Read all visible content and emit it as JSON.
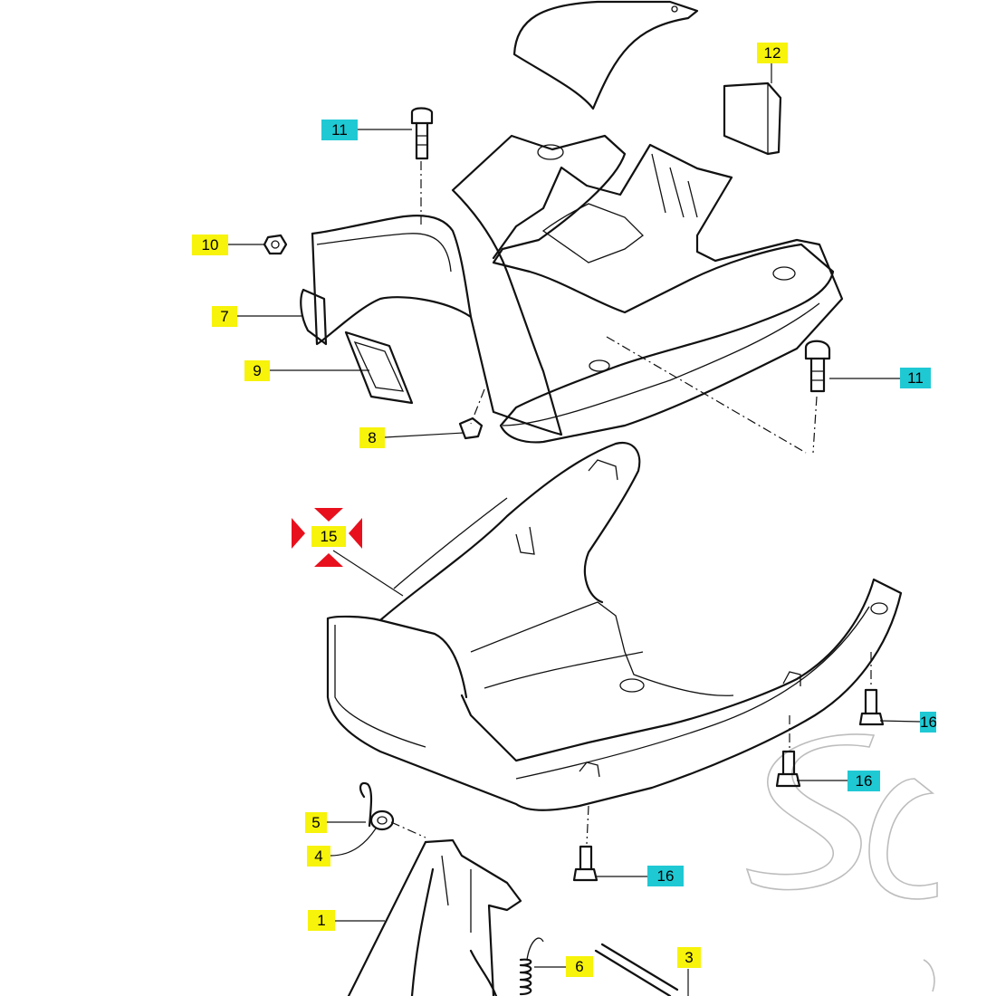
{
  "diagram": {
    "callouts": [
      {
        "id": "c11a",
        "label": "11",
        "kind": "cyan"
      },
      {
        "id": "c12",
        "label": "12",
        "kind": "yellow"
      },
      {
        "id": "c10",
        "label": "10",
        "kind": "yellow"
      },
      {
        "id": "c7",
        "label": "7",
        "kind": "yellow"
      },
      {
        "id": "c9",
        "label": "9",
        "kind": "yellow"
      },
      {
        "id": "c11b",
        "label": "11",
        "kind": "cyan"
      },
      {
        "id": "c8",
        "label": "8",
        "kind": "yellow"
      },
      {
        "id": "c15",
        "label": "15",
        "kind": "yellow",
        "selected": true
      },
      {
        "id": "c16a",
        "label": "16",
        "kind": "cyan"
      },
      {
        "id": "c16b",
        "label": "16",
        "kind": "cyan"
      },
      {
        "id": "c16c",
        "label": "16",
        "kind": "cyan"
      },
      {
        "id": "c5",
        "label": "5",
        "kind": "yellow"
      },
      {
        "id": "c4",
        "label": "4",
        "kind": "yellow"
      },
      {
        "id": "c1",
        "label": "1",
        "kind": "yellow"
      },
      {
        "id": "c3",
        "label": "3",
        "kind": "yellow"
      },
      {
        "id": "c6",
        "label": "6",
        "kind": "yellow"
      }
    ],
    "colors": {
      "yellow": "#f7f30a",
      "cyan": "#1fc9d4",
      "selection": "#e8101d",
      "line": "#111111",
      "watermark": "#bdbdbd"
    }
  }
}
